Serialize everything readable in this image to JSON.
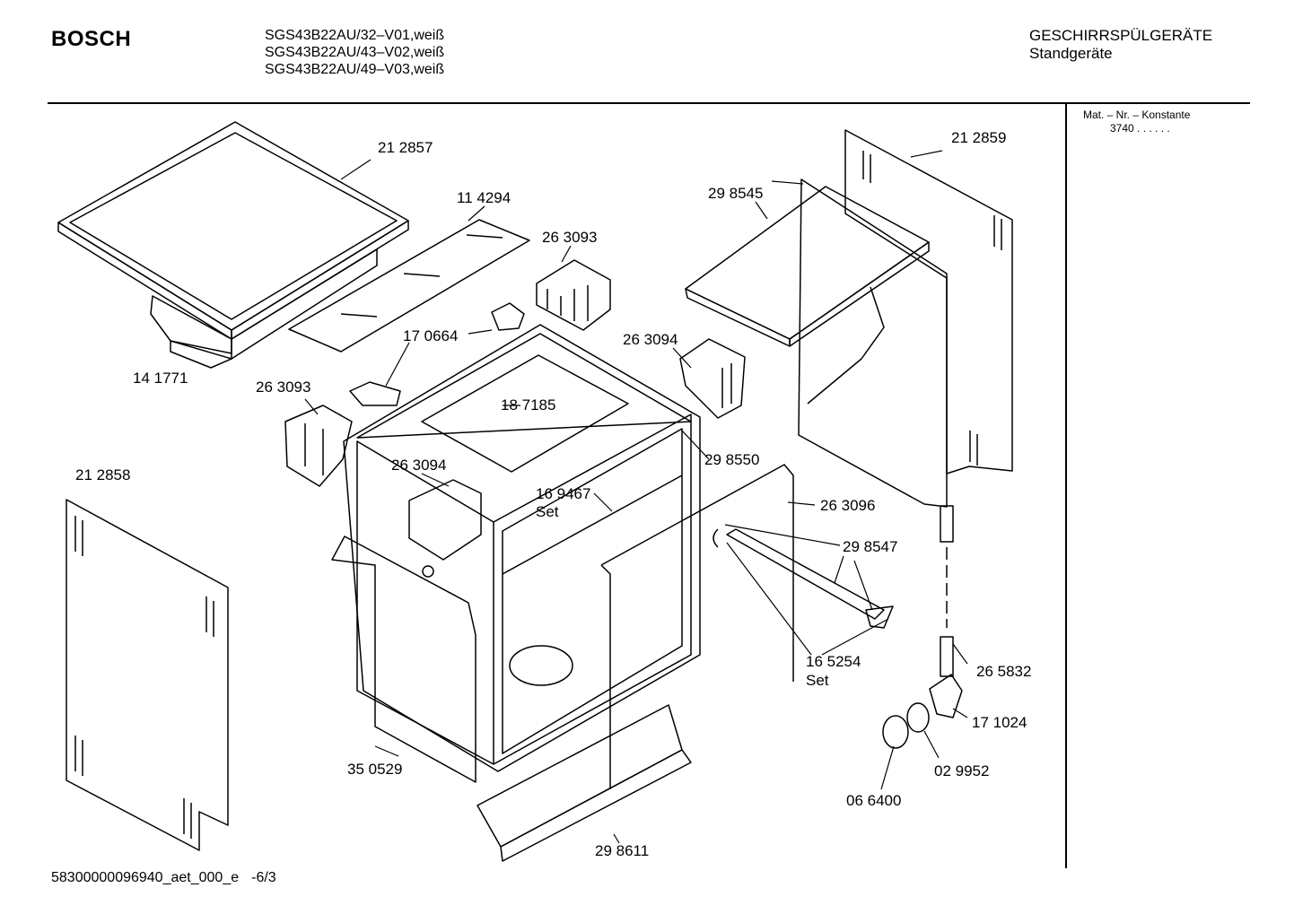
{
  "header": {
    "brand": "BOSCH",
    "models": [
      "SGS43B22AU/32–V01,weiß",
      "SGS43B22AU/43–V02,weiß",
      "SGS43B22AU/49–V03,weiß"
    ],
    "category": "GESCHIRRSPÜLGERÄTE",
    "subcategory": "Standgeräte"
  },
  "side_panel": {
    "label": "Mat. – Nr. – Konstante",
    "value": "3740 . .   . . . ."
  },
  "footer": {
    "doc_id": "58300000096940_aet_000_e",
    "page": "-6/3"
  },
  "parts": [
    {
      "id": "p1",
      "number": "21 2857"
    },
    {
      "id": "p2",
      "number": "11 4294"
    },
    {
      "id": "p3",
      "number": "26 3093"
    },
    {
      "id": "p4",
      "number": "17 0664"
    },
    {
      "id": "p5",
      "number": "14 1771"
    },
    {
      "id": "p6",
      "number": "26 3093"
    },
    {
      "id": "p7",
      "number": "18 7185"
    },
    {
      "id": "p8",
      "number": "26 3094"
    },
    {
      "id": "p9",
      "number": "26 3094"
    },
    {
      "id": "p10",
      "number": "29 8545"
    },
    {
      "id": "p11",
      "number": "21 2859"
    },
    {
      "id": "p12",
      "number": "29 8550"
    },
    {
      "id": "p13",
      "number": "16 9467",
      "extra": "Set"
    },
    {
      "id": "p14",
      "number": "26 3096"
    },
    {
      "id": "p15",
      "number": "21 2858"
    },
    {
      "id": "p16",
      "number": "29 8547"
    },
    {
      "id": "p17",
      "number": "16 5254",
      "extra": "Set"
    },
    {
      "id": "p18",
      "number": "26 5832"
    },
    {
      "id": "p19",
      "number": "17 1024"
    },
    {
      "id": "p20",
      "number": "02 9952"
    },
    {
      "id": "p21",
      "number": "06 6400"
    },
    {
      "id": "p22",
      "number": "35 0529"
    },
    {
      "id": "p23",
      "number": "29 8611"
    }
  ]
}
